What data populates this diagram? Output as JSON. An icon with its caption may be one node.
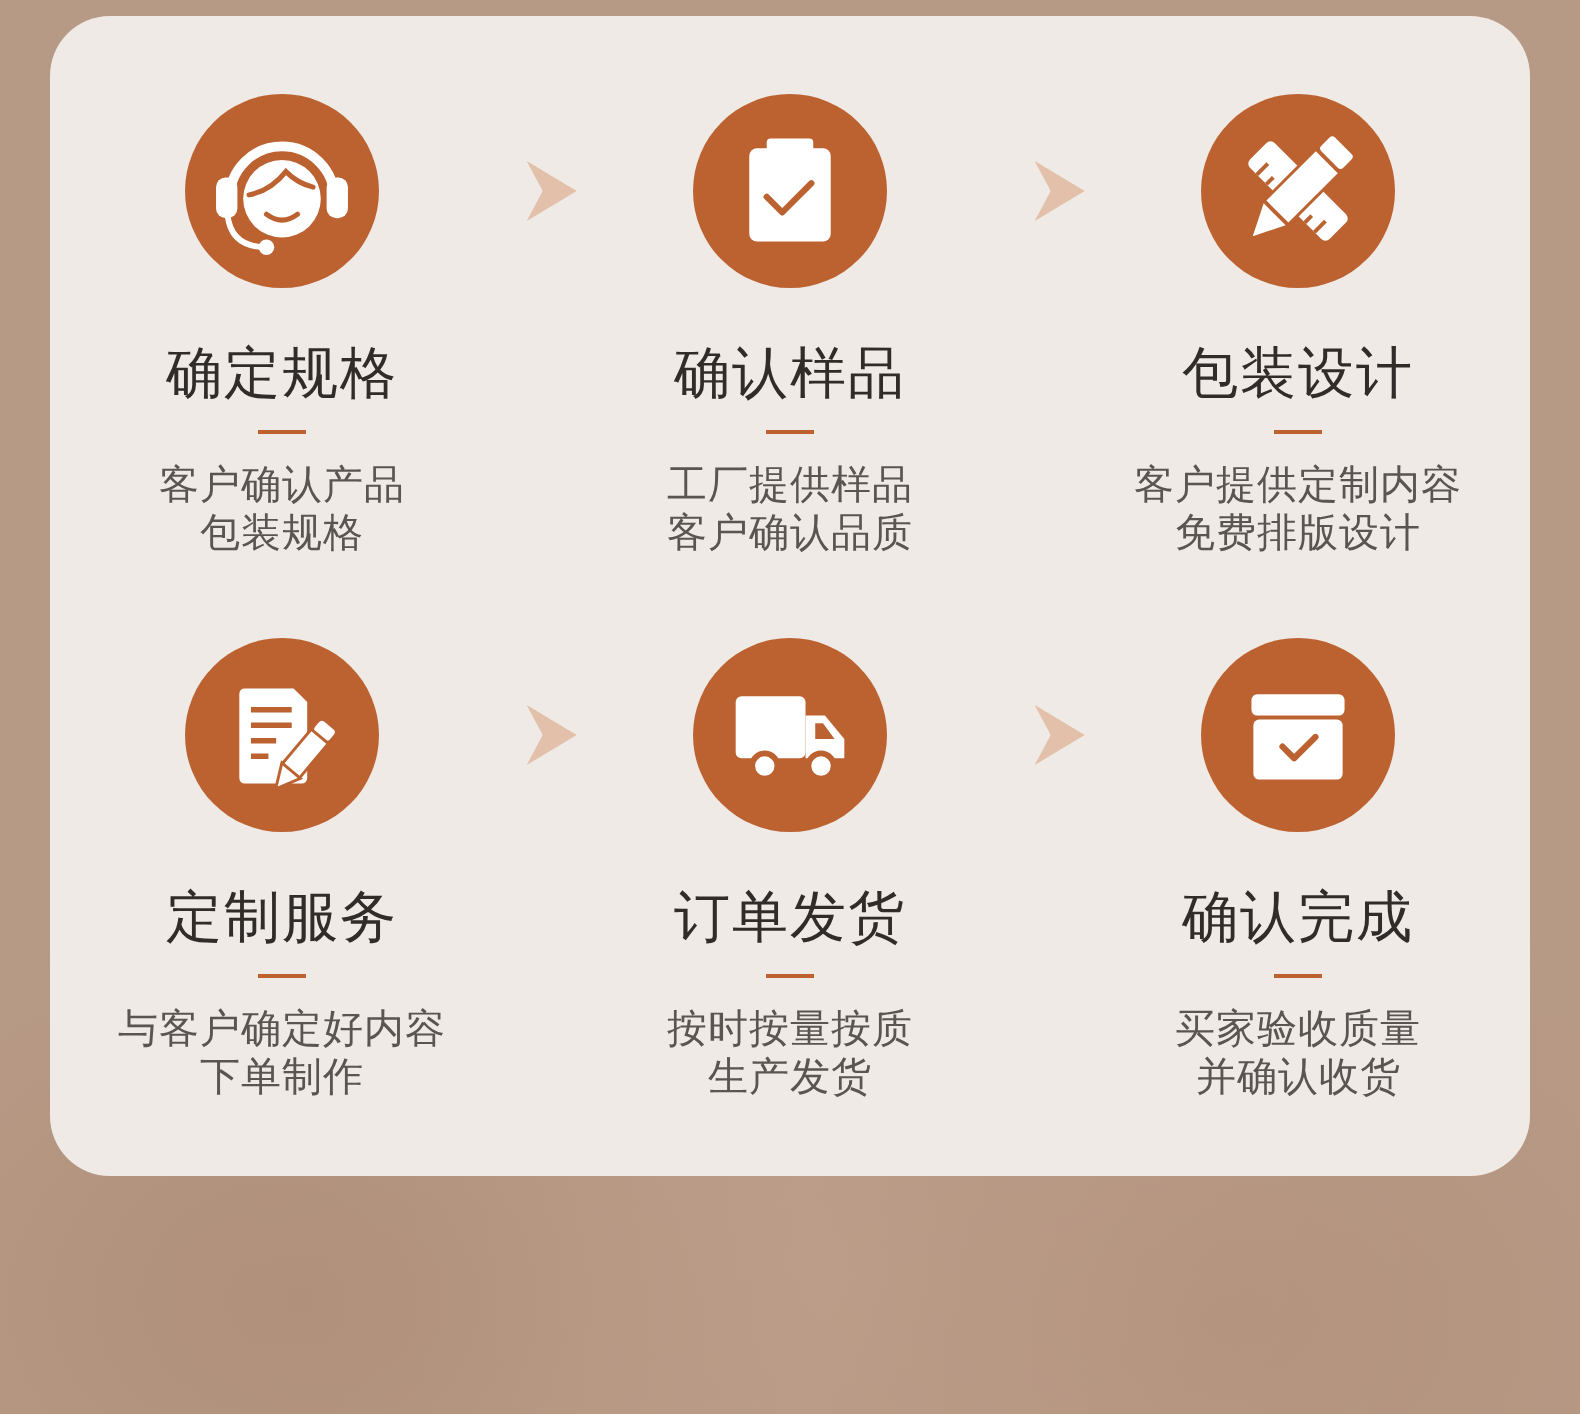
{
  "diagram": {
    "nodes": [
      {
        "text": [
          "确定规格",
          "客户确认产品包装规格"
        ]
      },
      {
        "text": [
          "确认样品",
          "工厂提供样品客户确认品质"
        ]
      },
      {
        "text": [
          "包装设计",
          "客户提供定制内容免费排版设计"
        ]
      },
      {
        "text": [
          "定制服务",
          "与客户确定好内容下单制作"
        ]
      },
      {
        "text": [
          "订单发货",
          "按时按量按质生产发货"
        ]
      },
      {
        "text": [
          "确认完成",
          "买家验收质量并确认收货"
        ]
      }
    ],
    "edges": [
      {
        "from": 0,
        "to": 1,
        "arrow": "to"
      },
      {
        "from": 1,
        "to": 2,
        "arrow": "to"
      },
      {
        "from": 3,
        "to": 4,
        "arrow": "to"
      },
      {
        "from": 4,
        "to": 5,
        "arrow": "to"
      }
    ]
  }
}
